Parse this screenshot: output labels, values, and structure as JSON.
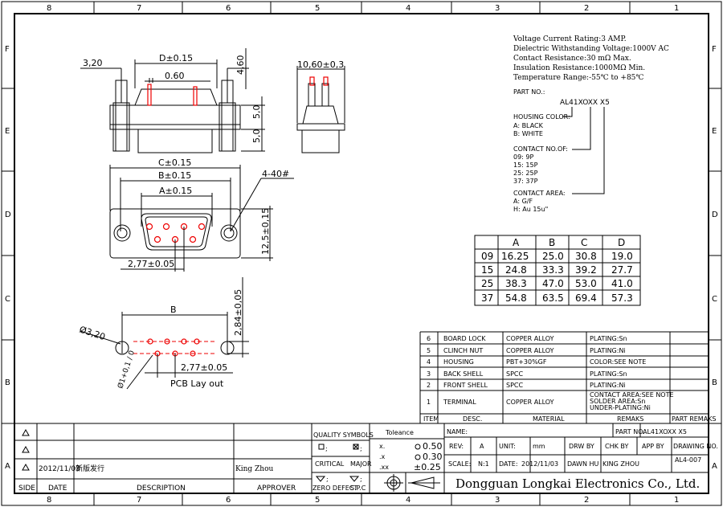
{
  "frame": {
    "cols": [
      "8",
      "7",
      "6",
      "5",
      "4",
      "3",
      "2",
      "1"
    ],
    "rows": [
      "F",
      "E",
      "D",
      "C",
      "B",
      "A"
    ]
  },
  "specs": [
    "Voltage Current Rating:3 AMP.",
    "Dielectric Withstanding Voltage:1000V AC",
    "Contact Resistance:30 mΩ Max.",
    "Insulation Resistance:1000MΩ Min.",
    "Temperature Range:-55℃ to +85℃"
  ],
  "part_no": {
    "label": "PART NO.:",
    "code": "AL41XOXX X5",
    "housing_color": {
      "title": "HOUSING COLOR:",
      "items": [
        "A: BLACK",
        "B: WHITE"
      ]
    },
    "contact_no": {
      "title": "CONTACT NO.OF:",
      "items": [
        "09: 9P",
        "15: 15P",
        "25: 25P",
        "37: 37P"
      ]
    },
    "contact_area": {
      "title": "CONTACT AREA:",
      "items": [
        "A: G/F",
        "H: Au 15u\""
      ]
    }
  },
  "dim_table": {
    "headers": [
      "",
      "A",
      "B",
      "C",
      "D"
    ],
    "rows": [
      [
        "09",
        "16.25",
        "25.0",
        "30.8",
        "19.0"
      ],
      [
        "15",
        "24.8",
        "33.3",
        "39.2",
        "27.7"
      ],
      [
        "25",
        "38.3",
        "47.0",
        "53.0",
        "41.0"
      ],
      [
        "37",
        "54.8",
        "63.5",
        "69.4",
        "57.3"
      ]
    ]
  },
  "dims": {
    "d_width": "D±0.15",
    "pin_spacing": "0.60",
    "left_3_20": "3,20",
    "height_4_60": "4,60",
    "h_5_0_a": "5,0",
    "h_5_0_b": "5,0",
    "side_10_60": "10,60±0,3",
    "c_width": "C±0.15",
    "b_width": "B±0.15",
    "a_width": "A±0.15",
    "screw": "4-40#",
    "height_12_5": "12,5±0,15",
    "pitch_277_top": "2,77±0.05",
    "pcb_b": "B",
    "pcb_hole": "Ø3,20",
    "pcb_pin_hole": "Ø1+0,1 / 0",
    "pcb_2_84": "2,84±0,05",
    "pcb_277": "2,77±0.05",
    "pcb_label": "PCB  Lay out"
  },
  "bom": {
    "header": [
      "ITEM",
      "DESC.",
      "MATERIAL",
      "REMAKS",
      "PART REMAKS"
    ],
    "rows": [
      {
        "item": "6",
        "desc": "BOARD LOCK",
        "material": "COPPER  ALLOY",
        "remark": "PLATING:Sn"
      },
      {
        "item": "5",
        "desc": "CLINCH NUT",
        "material": "COPPER  ALLOY",
        "remark": "PLATING:Ni"
      },
      {
        "item": "4",
        "desc": "HOUSING",
        "material": "PBT+30%GF",
        "remark": "COLOR:SEE NOTE"
      },
      {
        "item": "3",
        "desc": "BACK SHELL",
        "material": "SPCC",
        "remark": "PLATING:Sn"
      },
      {
        "item": "2",
        "desc": "FRONT SHELL",
        "material": "SPCC",
        "remark": "PLATING:Ni"
      },
      {
        "item": "1",
        "desc": "TERMINAL",
        "material": "COPPER  ALLOY",
        "remark": "CONTACT AREA:SEE NOTE\nSOLDER AREA:Sn\nUNDER-PLATING:Ni"
      }
    ]
  },
  "revision": {
    "rows": [
      {
        "side": "",
        "date": "",
        "desc": "",
        "approver": ""
      },
      {
        "side": "",
        "date": "",
        "desc": "",
        "approver": ""
      },
      {
        "side": "",
        "date": "2012/11/03",
        "desc": "新版发行",
        "approver": "King Zhou"
      }
    ],
    "headers": {
      "side": "SIDE",
      "date": "DATE",
      "desc": "DESCRIPTION",
      "approver": "APPROVER"
    }
  },
  "quality": {
    "title": "QUALITY SYMBOLS",
    "critical": "CRITICAL",
    "major": "MAJOR",
    "zero": "ZERO DEFECT",
    "spc": "S.P.C"
  },
  "tolerance": {
    "title": "Toleance",
    "rows": [
      {
        "k": "x.",
        "v": "0.50"
      },
      {
        "k": ".x",
        "v": "0.30"
      },
      {
        "k": ".xx",
        "v": "±0.25"
      }
    ]
  },
  "title_block": {
    "name_label": "NAME:",
    "part_no_label": "PART NO.",
    "part_no": "AL41XOXX X5",
    "rev_label": "REV:",
    "rev": "A",
    "unit_label": "UNIT:",
    "unit": "mm",
    "drw_by": "DRW BY",
    "chk_by": "CHK BY",
    "app_by": "APP BY",
    "drawing_no_label": "DRAWING NO.",
    "drawing_no": "AL4-007",
    "scale_label": "SCALE:",
    "scale": "N:1",
    "date_label": "DATE:",
    "date": "2012/11/03",
    "drawn": "DAWN HU",
    "checked": "KING ZHOU",
    "company": "Dongguan Longkai Electronics Co., Ltd."
  }
}
